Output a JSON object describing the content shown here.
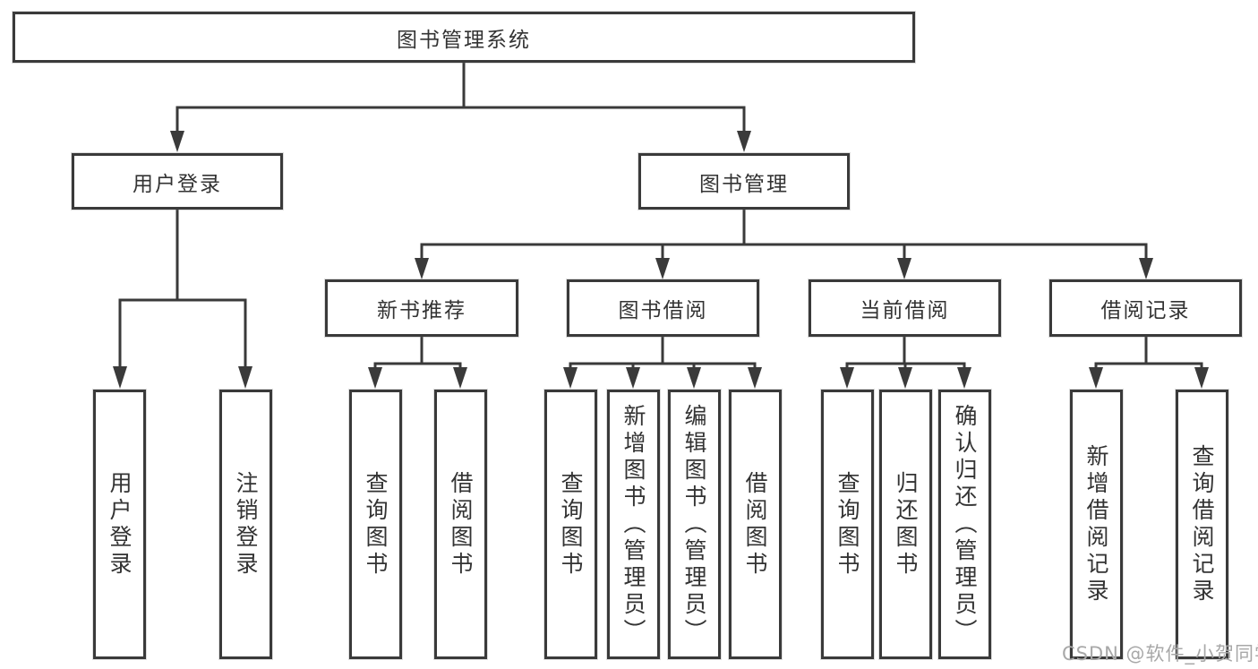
{
  "diagram": {
    "tree": {
      "label": "图书管理系统",
      "children": [
        {
          "label": "用户登录",
          "children": [
            {
              "label": "用户登录"
            },
            {
              "label": "注销登录"
            }
          ]
        },
        {
          "label": "图书管理",
          "children": [
            {
              "label": "新书推荐",
              "children": [
                {
                  "label": "查询图书"
                },
                {
                  "label": "借阅图书"
                }
              ]
            },
            {
              "label": "图书借阅",
              "children": [
                {
                  "label": "查询图书"
                },
                {
                  "label": "新增图书（管理员）"
                },
                {
                  "label": "编辑图书（管理员）"
                },
                {
                  "label": "借阅图书"
                }
              ]
            },
            {
              "label": "当前借阅",
              "children": [
                {
                  "label": "查询图书"
                },
                {
                  "label": "归还图书"
                },
                {
                  "label": "确认归还（管理员）"
                }
              ]
            },
            {
              "label": "借阅记录",
              "children": [
                {
                  "label": "新增借阅记录"
                },
                {
                  "label": "查询借阅记录"
                }
              ]
            }
          ]
        }
      ]
    },
    "watermark": "CSDN @软件_小贺同学"
  },
  "colors": {
    "line": "#3a3a3a",
    "text": "#333333",
    "background": "#ffffff",
    "watermark": "#a8a8a8"
  }
}
